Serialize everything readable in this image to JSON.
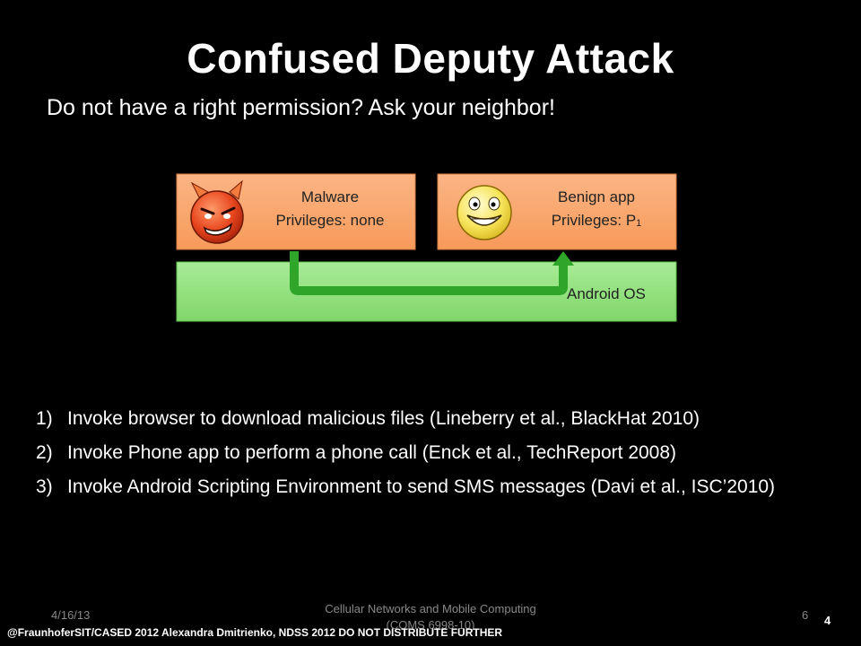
{
  "slide": {
    "title": "Confused Deputy Attack",
    "subtitle": "Do not have a right permission? Ask your neighbor!"
  },
  "diagram": {
    "malware": {
      "line1": "Malware",
      "line2": "Privileges: none",
      "icon": "angry-devil-face-icon"
    },
    "benign": {
      "line1": "Benign app",
      "line2_prefix": "Privileges: P",
      "line2_sub": "1",
      "icon": "smiley-face-icon"
    },
    "os": {
      "label": "Android OS"
    },
    "colors": {
      "box_fill": "#f9a66c",
      "os_fill": "#8fe07a",
      "arrow": "#2fa62a"
    }
  },
  "list": [
    {
      "num": "1)",
      "text": "Invoke browser to download malicious  files (Lineberry et al., BlackHat 2010)"
    },
    {
      "num": "2)",
      "text": "Invoke Phone app to perform a phone call (Enck et al., TechReport 2008)"
    },
    {
      "num": "3)",
      "text": "Invoke Android Scripting Environment to send SMS messages (Davi et al., ISC’2010)"
    }
  ],
  "footer": {
    "date": "4/16/13",
    "course_line1": "Cellular Networks and Mobile Computing",
    "course_line2": "(COMS 6998-10)",
    "page": "6",
    "page_inner": "4",
    "copyright": "@FraunhoferSIT/CASED 2012 Alexandra Dmitrienko, NDSS 2012 DO NOT DISTRIBUTE FURTHER"
  }
}
